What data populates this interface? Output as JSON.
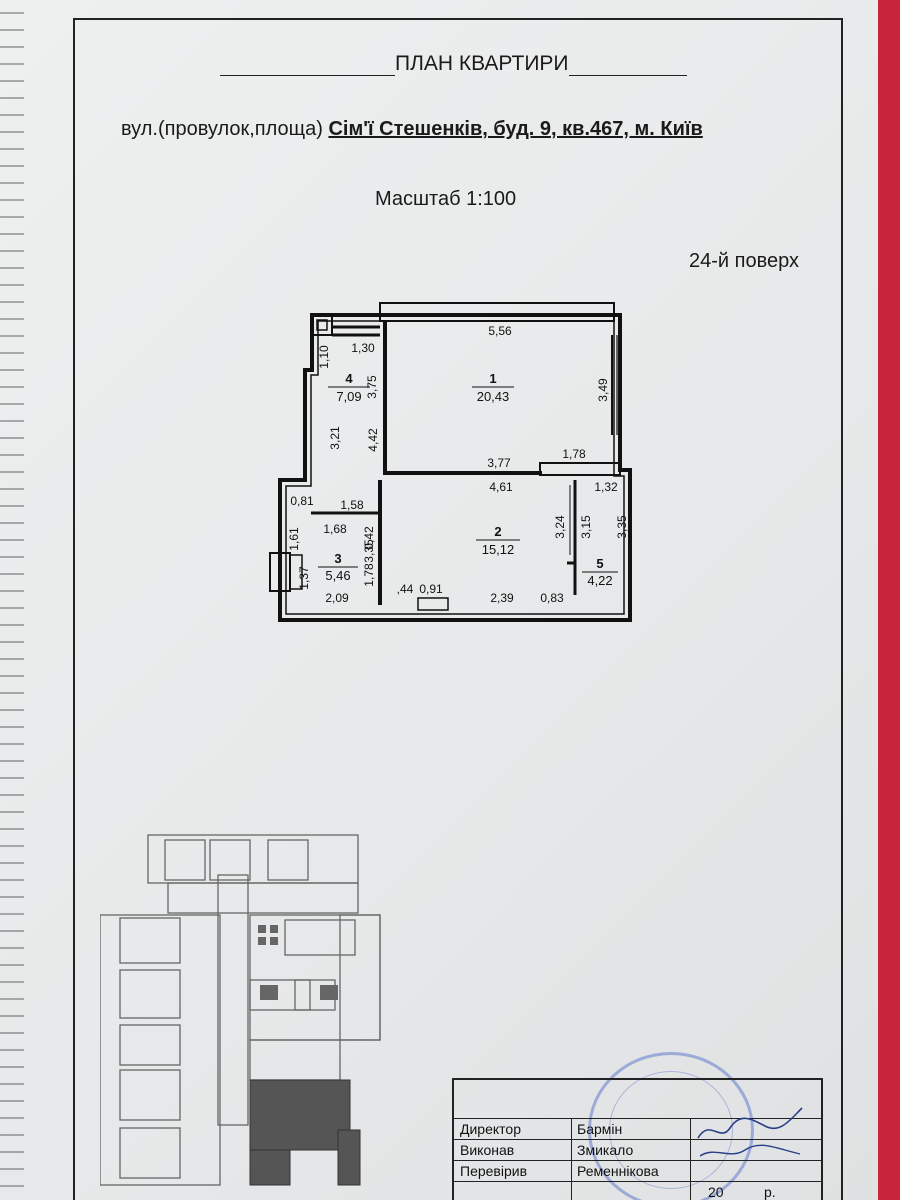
{
  "title": "ПЛАН КВАРТИРИ",
  "address_prefix": "вул.(провулок,площа)",
  "address": "Сім'ї Стешенків, буд. 9, кв.467, м. Київ",
  "scale": "Масштаб 1:100",
  "floor": "24-й поверх",
  "rooms": [
    {
      "number": "1",
      "area": "20,43"
    },
    {
      "number": "2",
      "area": "15,12"
    },
    {
      "number": "3",
      "area": "5,46"
    },
    {
      "number": "4",
      "area": "7,09"
    },
    {
      "number": "5",
      "area": "4,22"
    }
  ],
  "dimensions": {
    "d556": "5,56",
    "d349": "3,49",
    "d377": "3,77",
    "d178a": "1,78",
    "d375": "3,75",
    "d442": "4,42",
    "d130": "1,30",
    "d110": "1,10",
    "d321": "3,21",
    "d081": "0,81",
    "d158": "1,58",
    "d161": "1,61",
    "d168": "1,68",
    "d042": "0,42",
    "d137": "1,37",
    "d335a": "3,35",
    "d178b": "1,78",
    "d209": "2,09",
    "d044": ",44",
    "d091": "0,91",
    "d239": "2,39",
    "d083": "0,83",
    "d461": "4,61",
    "d132": "1,32",
    "d324": "3,24",
    "d315": "3,15",
    "d335b": "3,35"
  },
  "signatures": [
    {
      "role": "Директор",
      "name": "Бармін"
    },
    {
      "role": "Виконав",
      "name": "Змикало"
    },
    {
      "role": "Перевірив",
      "name": "Ременнікова"
    }
  ],
  "date_suffix": "20",
  "date_year_label": "р."
}
